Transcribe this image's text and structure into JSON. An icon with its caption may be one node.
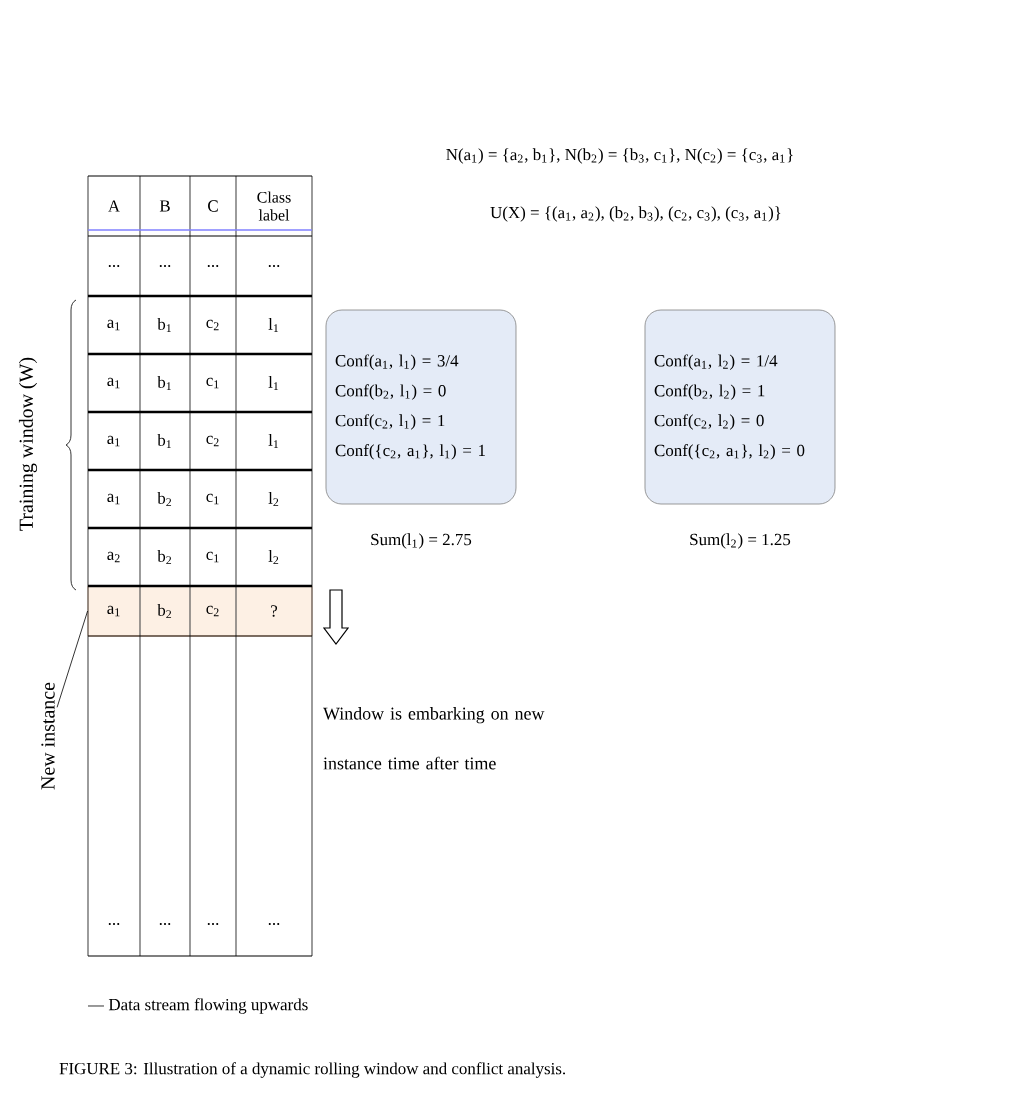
{
  "diagram": {
    "caption": "FIGURE 3: Illustration of a dynamic rolling window and conflict analysis.",
    "nodes": [
      {
        "text": [
          "Conf(a$_{1}$, l$_{1}$) = 3/4",
          "Conf(b$_{2}$, l$_{1}$) = 0",
          "Conf(c$_{2}$, l$_{1}$) = 1",
          "Conf({c$_{2}$, a$_{1}$}, l$_{1}$) = 1"
        ],
        "beside": [
          "Sum(l$_{1}$) = 2.75"
        ]
      },
      {
        "text": [
          "Conf(a$_{1}$, l$_{2}$) = 1/4",
          "Conf(b$_{2}$, l$_{2}$) = 1",
          "Conf(c$_{2}$, l$_{2}$) = 0",
          "Conf({c$_{2}$, a$_{1}$}, l$_{2}$) = 0"
        ],
        "beside": [
          "Sum(l$_{2}$) = 1.25"
        ]
      },
      {
        "text": [
          "New instance"
        ]
      },
      {
        "text": [],
        "shape": "box"
      }
    ],
    "edges": [
      {
        "from": 2,
        "to": 3,
        "arrow": "none"
      }
    ],
    "labels": [
      "N(a$_{1}$) = {a$_{2}$, b$_{1}$}, N(b$_{2}$) = {b$_{3}$, c$_{1}$}, N(c$_{2}$) = {c$_{3}$, a$_{1}$}",
      "U(X) = {(a$_{1}$, a$_{2}$), (b$_{2}$, b$_{3}$), (c$_{2}$, c$_{3}$), (c$_{3}$, a$_{1}$)}",
      "A",
      "B",
      "C",
      "Class label",
      "...",
      "...",
      "...",
      "...",
      "a$_{1}$",
      "b$_{1}$",
      "c$_{2}$",
      "l$_{1}$",
      "a$_{1}$",
      "b$_{1}$",
      "c$_{1}$",
      "l$_{1}$",
      "a$_{1}$",
      "b$_{1}$",
      "c$_{2}$",
      "l$_{1}$",
      "a$_{1}$",
      "b$_{2}$",
      "c$_{1}$",
      "l$_{2}$",
      "a$_{2}$",
      "b$_{2}$",
      "c$_{1}$",
      "l$_{2}$",
      "a$_{1}$",
      "b$_{2}$",
      "c$_{2}$",
      "?",
      "...",
      "...",
      "...",
      "...",
      "Training window (W)",
      "Window is embarking on new instance time after time"
    ],
    "legend": [
      {
        "text": "Data stream flowing upwards"
      }
    ]
  }
}
